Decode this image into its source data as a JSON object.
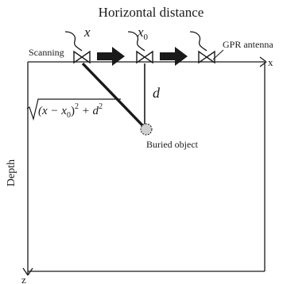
{
  "title": "Horizontal distance",
  "labels": {
    "scanning": "Scanning",
    "gpr_antenna": "GPR antenna",
    "x_axis": "x",
    "z_axis": "z",
    "depth": "Depth",
    "buried_object": "Buried object",
    "pos_x": "x",
    "pos_x0": "x",
    "pos_x0_sub": "0",
    "dist_d": "d"
  },
  "formula": {
    "inner": "(x − x",
    "sub": "0",
    "exp": "2",
    "tail": " + d",
    "exp2": "2"
  },
  "colors": {
    "ink": "#1a1a1a",
    "object_fill": "#bbbbbb"
  }
}
